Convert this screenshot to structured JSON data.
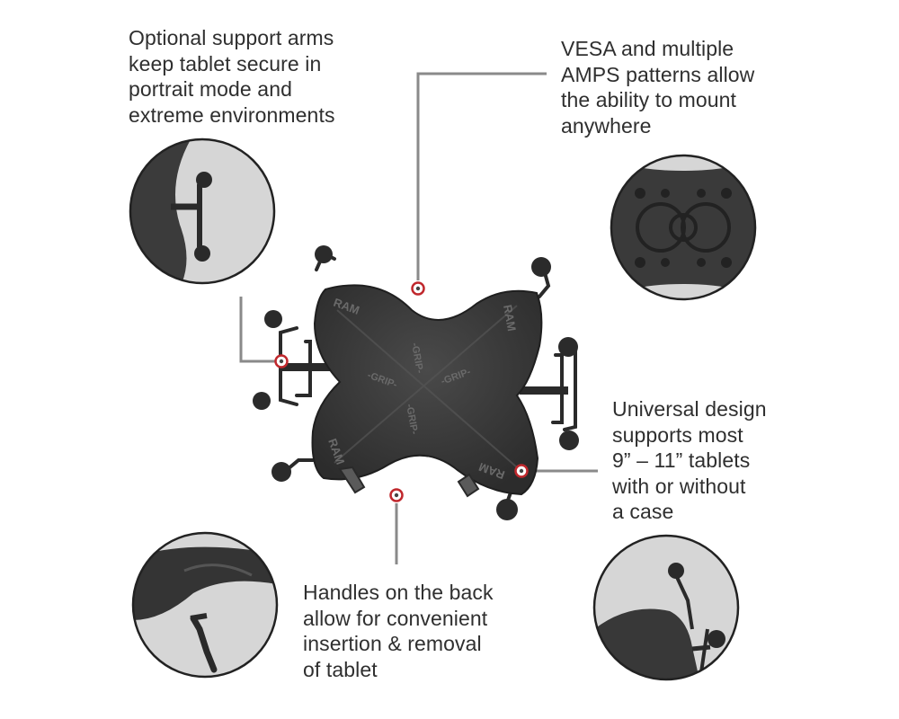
{
  "callouts": {
    "support_arms": {
      "lines": [
        "Optional support arms",
        "keep tablet secure in",
        "portrait mode and",
        "extreme environments"
      ]
    },
    "vesa": {
      "lines": [
        "VESA and multiple",
        "AMPS patterns allow",
        "the ability to mount",
        "anywhere"
      ]
    },
    "universal": {
      "lines": [
        "Universal design",
        "supports most",
        "9” – 11” tablets",
        "with or without",
        "a case"
      ]
    },
    "handles": {
      "lines": [
        "Handles on the back",
        "allow for convenient",
        "insertion & removal",
        "of tablet"
      ]
    }
  },
  "product_markings": {
    "brand": "RAM",
    "grip": "-GRIP-"
  },
  "colors": {
    "text": "#2f2f2f",
    "leader_line": "#8a8a8a",
    "marker_ring": "#c0282d",
    "product_body": "#3a3a3a",
    "circle_background": "#d6d6d6"
  }
}
